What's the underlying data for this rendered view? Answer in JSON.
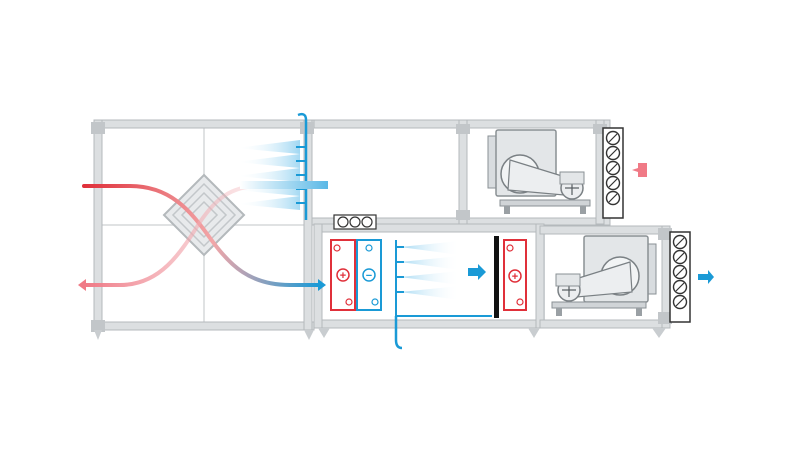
{
  "diagram": {
    "type": "air-handling-unit-schematic",
    "colors": {
      "frame": "#dcdfe1",
      "frame_edge": "#b4b9bc",
      "panel_line": "#c9cdd0",
      "warm": "#e0303a",
      "warm_light": "#f07a86",
      "cool": "#1a9ad6",
      "spray": "#8fd0f0",
      "divider": "#111111",
      "machine": "#e3e6e8",
      "machine_edge": "#8a9094"
    },
    "components": [
      {
        "id": "plate-heat-exchanger",
        "icon": "crossflow-exchanger-icon"
      },
      {
        "id": "upper-humidifier-spray",
        "icon": "spray-nozzle-icon"
      },
      {
        "id": "exhaust-fan",
        "icon": "fan-motor-icon"
      },
      {
        "id": "exhaust-damper",
        "icon": "damper-icon"
      },
      {
        "id": "exhaust-air-inlet",
        "icon": "arrow-left-icon"
      },
      {
        "id": "heating-coil",
        "icon": "heating-coil-icon",
        "symbol": "+"
      },
      {
        "id": "cooling-coil",
        "icon": "cooling-coil-icon",
        "symbol": "−"
      },
      {
        "id": "lower-humidifier-spray",
        "icon": "spray-nozzle-icon"
      },
      {
        "id": "reheat-coil",
        "icon": "heating-coil-icon",
        "symbol": "+"
      },
      {
        "id": "supply-fan",
        "icon": "fan-motor-icon"
      },
      {
        "id": "supply-damper",
        "icon": "damper-icon"
      },
      {
        "id": "supply-air-outlet",
        "icon": "arrow-right-icon"
      }
    ]
  }
}
